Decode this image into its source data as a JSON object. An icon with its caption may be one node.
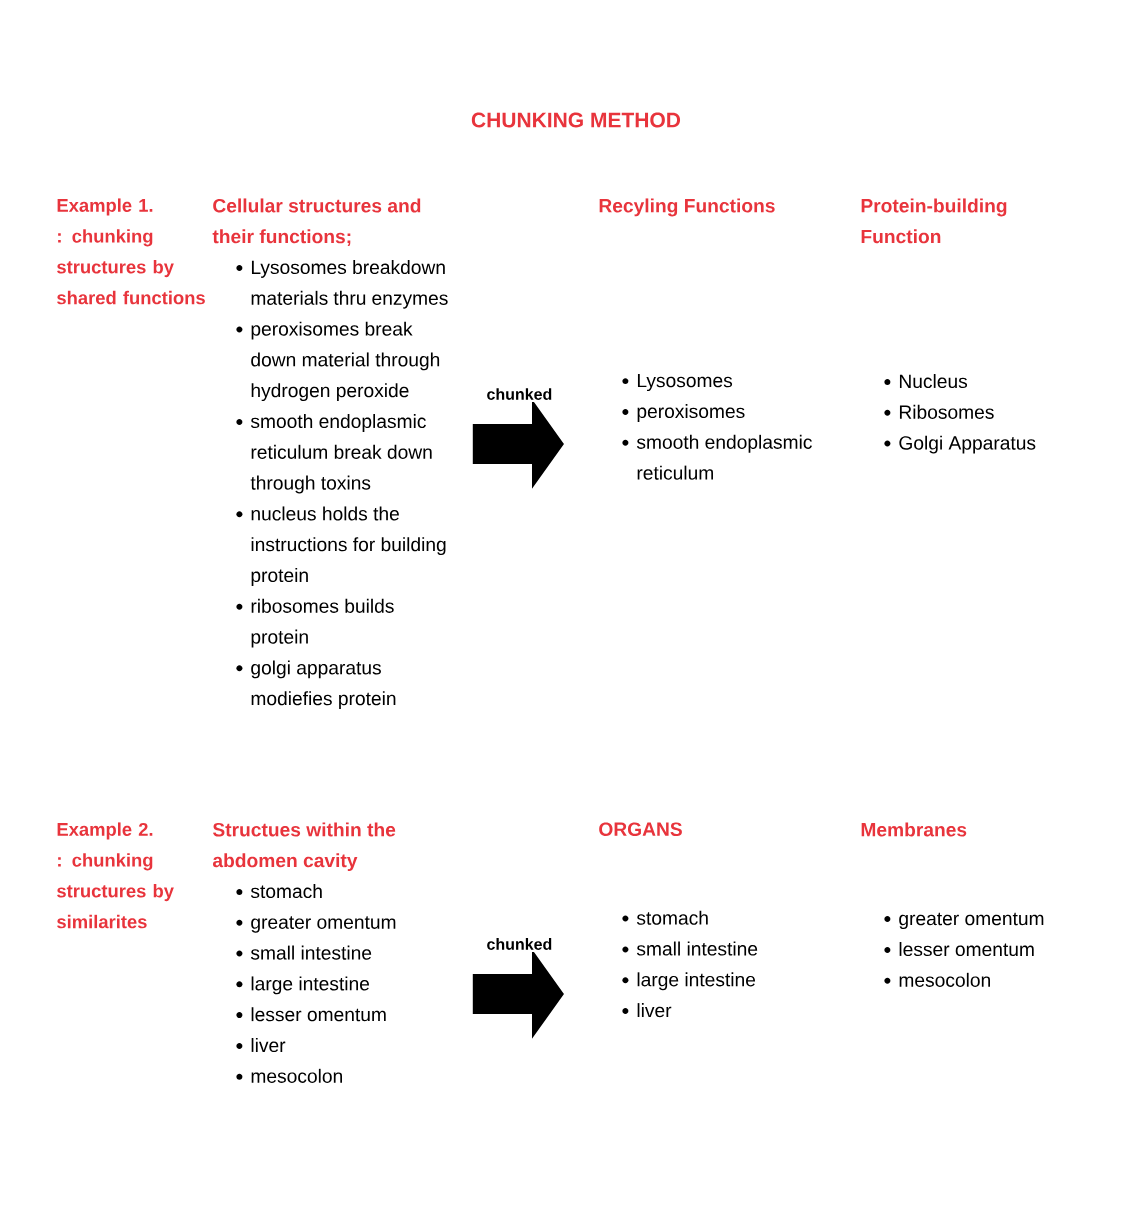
{
  "diagram": {
    "title": "CHUNKING METHOD",
    "nodes": [
      {
        "text": [
          "Cellular structures and their functions;",
          "Lysosomes breakdown materials thru enzymes",
          "peroxisomes  break down material through hydrogen peroxide",
          "smooth endoplasmic reticulum break down through toxins",
          "nucleus holds the instructions for building protein",
          "ribosomes builds protein",
          "golgi apparatus modiefies protein"
        ]
      },
      {
        "text": [
          "Recyling Functions",
          "Lysosomes",
          "peroxisomes",
          "smooth endoplasmic reticulum"
        ]
      },
      {
        "text": [
          "Protein-building Function",
          "Nucleus",
          "Ribosomes",
          "Golgi Apparatus"
        ]
      },
      {
        "text": [
          "Structues within the abdomen cavity",
          "stomach",
          "greater omentum",
          "small intestine",
          "large intestine",
          "lesser omentum",
          "liver",
          "mesocolon"
        ]
      },
      {
        "text": [
          "ORGANS",
          "stomach",
          "small intestine",
          "large intestine",
          "liver"
        ]
      },
      {
        "text": [
          "Membranes",
          "greater omentum",
          "lesser omentum",
          "mesocolon"
        ]
      }
    ],
    "edges": [
      {
        "from": 0,
        "to": 1,
        "arrow": "to",
        "label": "chunked"
      },
      {
        "from": 3,
        "to": 4,
        "arrow": "to",
        "label": "chunked"
      }
    ],
    "labels": [
      "Example 1. : chunking structures by shared functions",
      "Example 2. : chunking structures by similarites"
    ]
  }
}
